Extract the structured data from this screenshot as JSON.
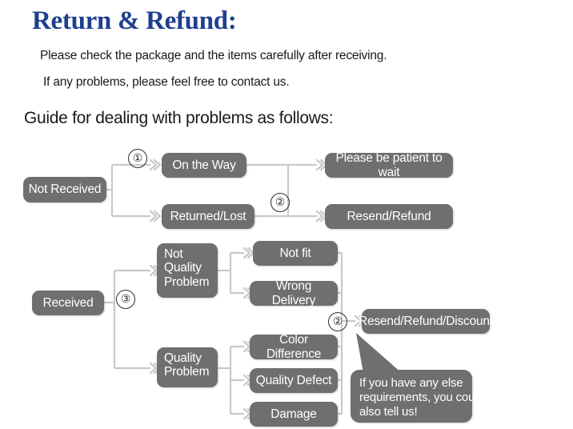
{
  "header": {
    "title": "Return & Refund:",
    "lead_line_1": "Please check the package and the items carefully after receiving.",
    "lead_line_2": "If any problems, please feel free to contact us.",
    "guide_line": "Guide for dealing with problems as follows:"
  },
  "colors": {
    "title": "#1f3f8f",
    "node_fill": "#6f6f6f",
    "node_text": "#ffffff",
    "connector": "#c9c9c9",
    "page_background": "#ffffff",
    "body_text": "#1a1a1a"
  },
  "flow": {
    "nodes": {
      "not_received": "Not Received",
      "on_the_way": "On the Way",
      "returned_lost": "Returned/Lost",
      "please_wait": "Please be patient to wait",
      "resend_refund": "Resend/Refund",
      "received": "Received",
      "not_quality_problem_line1": "Not",
      "not_quality_problem_line2": "Quality",
      "not_quality_problem_line3": "Problem",
      "not_fit": "Not fit",
      "wrong_delivery": "Wrong Delivery",
      "quality_problem_line1": "Quality",
      "quality_problem_line2": "Problem",
      "color_difference": "Color Difference",
      "quality_defect": "Quality Defect",
      "damage": "Damage",
      "resend_refund_discount": "Resend/Refund/Discount"
    },
    "markers": {
      "m1": "①",
      "m2_top": "②",
      "m3": "③",
      "m2_bottom": "②"
    },
    "callout": {
      "line1": "If you have any else",
      "line2": "requirements, you could",
      "line3": "also tell us!"
    }
  }
}
